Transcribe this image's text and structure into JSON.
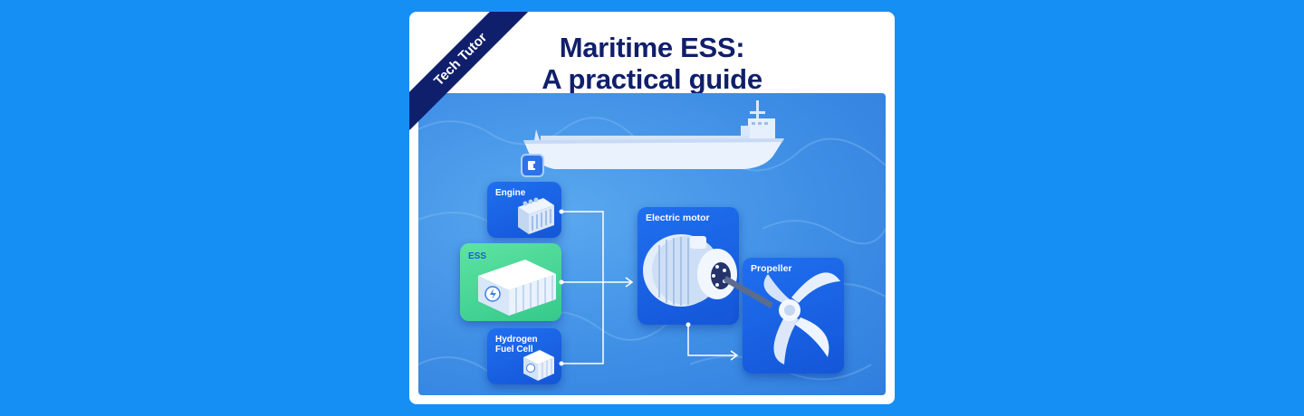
{
  "banner": {
    "ribbon": "Tech Tutor",
    "title_line1": "Maritime ESS:",
    "title_line2": "A practical guide"
  },
  "diagram": {
    "nodes": {
      "engine": "Engine",
      "ess": "ESS",
      "fuel_cell_line1": "Hydrogen",
      "fuel_cell_line2": "Fuel Cell",
      "motor": "Electric motor",
      "propeller": "Propeller"
    }
  },
  "colors": {
    "background": "#168ff5",
    "navy": "#0f1f6b",
    "node_blue": "#1b63e6",
    "ess_green": "#45d595"
  },
  "icons": [
    "ship-icon",
    "engine-icon",
    "battery-container-icon",
    "fuel-cell-icon",
    "electric-motor-icon",
    "propeller-icon",
    "arrow-icon"
  ]
}
